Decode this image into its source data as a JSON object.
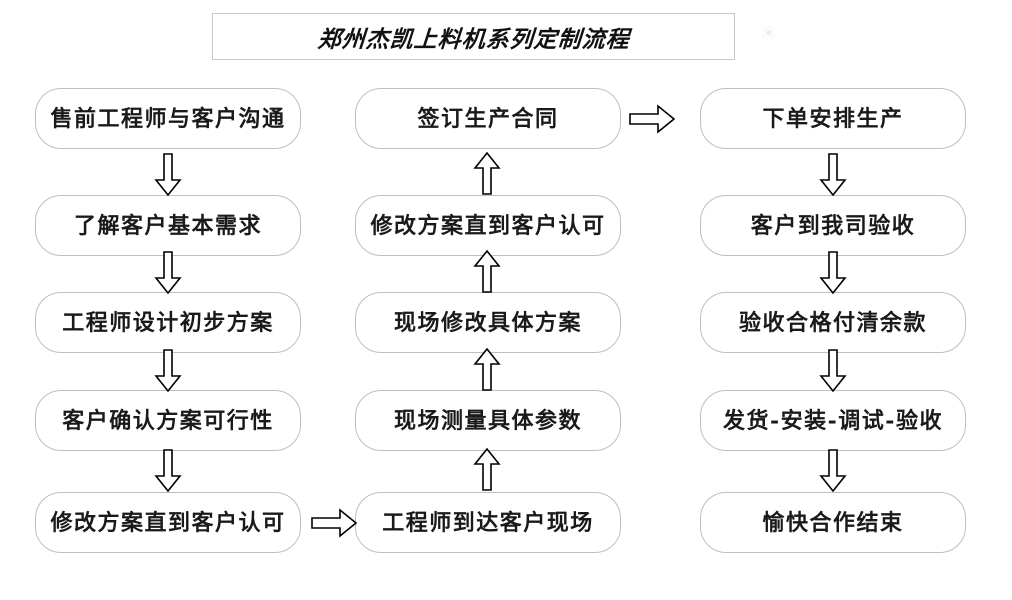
{
  "title": {
    "text": "郑州杰凯上料机系列定制流程"
  },
  "colors": {
    "box_border": "#bfbfbf",
    "title_border": "#c8c8c8",
    "text": "#1a1a1a",
    "arrow_stroke": "#000000",
    "arrow_fill": "#ffffff",
    "background": "#ffffff"
  },
  "columns": [
    {
      "name": "column-1",
      "direction": "down",
      "nodes": [
        {
          "label": "售前工程师与客户沟通"
        },
        {
          "label": "了解客户基本需求"
        },
        {
          "label": "工程师设计初步方案"
        },
        {
          "label": "客户确认方案可行性"
        },
        {
          "label": "修改方案直到客户认可"
        }
      ]
    },
    {
      "name": "column-2",
      "direction": "up",
      "nodes": [
        {
          "label": "签订生产合同"
        },
        {
          "label": "修改方案直到客户认可"
        },
        {
          "label": "现场修改具体方案"
        },
        {
          "label": "现场测量具体参数"
        },
        {
          "label": "工程师到达客户现场"
        }
      ]
    },
    {
      "name": "column-3",
      "direction": "down",
      "nodes": [
        {
          "label": "下单安排生产"
        },
        {
          "label": "客户到我司验收"
        },
        {
          "label": "验收合格付清余款"
        },
        {
          "label": "发货-安装-调试-验收"
        },
        {
          "label": "愉快合作结束"
        }
      ]
    }
  ],
  "connectors": {
    "column1_vertical": [
      "down-arrow",
      "down-arrow",
      "down-arrow",
      "down-arrow"
    ],
    "column2_vertical": [
      "up-arrow",
      "up-arrow",
      "up-arrow",
      "up-arrow"
    ],
    "column3_vertical": [
      "down-arrow",
      "down-arrow",
      "down-arrow",
      "down-arrow"
    ],
    "column1_to_column2": "right-arrow",
    "column2_to_column3": "right-arrow"
  }
}
